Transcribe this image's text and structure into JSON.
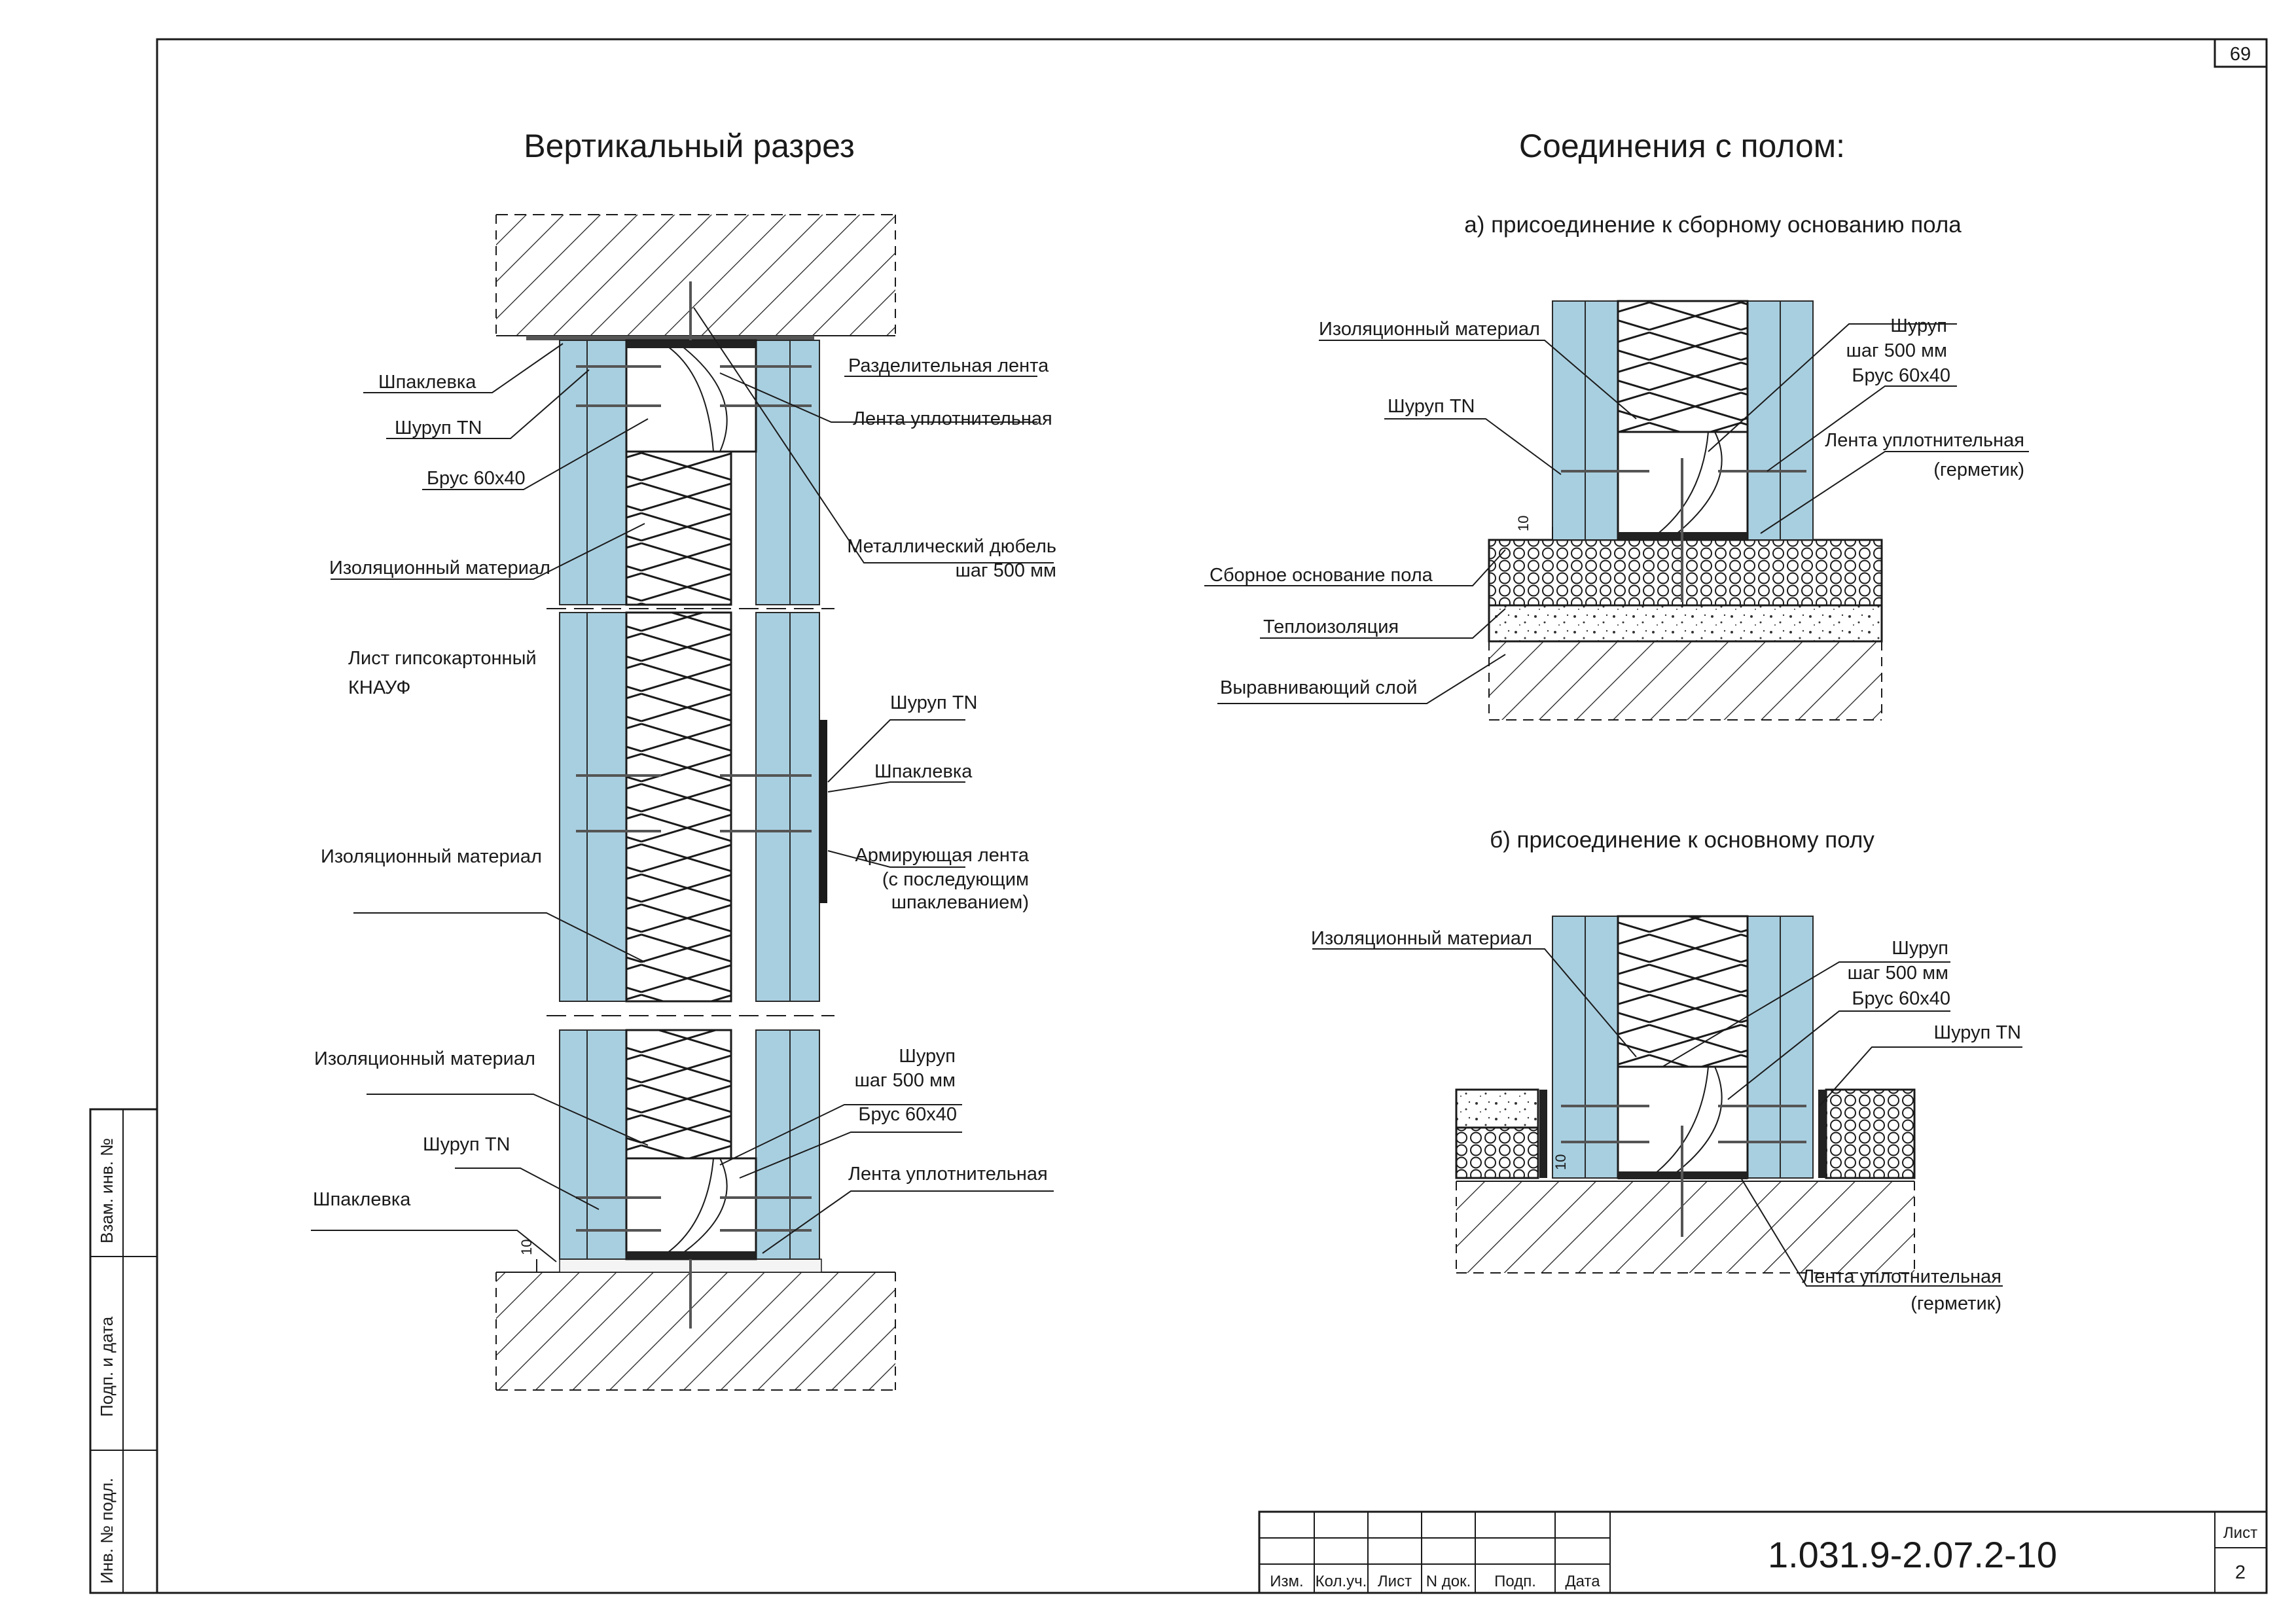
{
  "sheet": {
    "number_top": "69",
    "code": "1.031.9-2.07.2-10",
    "list_label": "Лист",
    "list_value": "2"
  },
  "titles": {
    "left": "Вертикальный разрез",
    "right": "Соединения с полом:",
    "a": "а) присоединение к сборному основанию пола",
    "b": "б) присоединение к основному полу"
  },
  "left_labels": {
    "shpaklevka_1": "Шпаклевка",
    "shurup_tn_1": "Шуруп TN",
    "brus_1": "Брус 60х40",
    "izol_1": "Изоляционный материал",
    "razd_lenta": "Разделительная лента",
    "lenta_upl_1": "Лента уплотнительная",
    "dubel_1": "Металлический дюбель",
    "dubel_2": "шаг 500 мм",
    "list_gkl_1": "Лист гипсокартонный",
    "list_gkl_2": "КНАУФ",
    "shurup_tn_2": "Шуруп TN",
    "shpaklevka_2": "Шпаклевка",
    "izol_2": "Изоляционный материал",
    "arm_1": "Армирующая лента",
    "arm_2": "(с последующим",
    "arm_3": "шпаклеванием)",
    "izol_3": "Изоляционный материал",
    "shurup_1": "Шуруп",
    "shurup_2": "шаг 500 мм",
    "brus_2": "Брус 60х40",
    "shurup_tn_3": "Шуруп TN",
    "lenta_upl_2": "Лента уплотнительная",
    "shpaklevka_3": "Шпаклевка",
    "dim_10": "10"
  },
  "a_labels": {
    "izol": "Изоляционный материал",
    "shurup_tn": "Шуруп TN",
    "shurup_1": "Шуруп",
    "shurup_2": "шаг 500 мм",
    "brus": "Брус 60х40",
    "lenta_1": "Лента уплотнительная",
    "lenta_2": "(герметик)",
    "osnov": "Сборное основание пола",
    "teplo": "Теплоизоляция",
    "vyr": "Выравнивающий слой",
    "dim_10": "10"
  },
  "b_labels": {
    "izol": "Изоляционный материал",
    "shurup_1": "Шуруп",
    "shurup_2": "шаг 500 мм",
    "brus": "Брус 60х40",
    "shurup_tn": "Шуруп TN",
    "lenta_1": "Лента уплотнительная",
    "lenta_2": "(герметик)",
    "dim_10": "10"
  },
  "stamp_cols": [
    "Изм.",
    "Кол.уч.",
    "Лист",
    "N док.",
    "Подп.",
    "Дата"
  ],
  "side_stamp": [
    "Взам. инв. №",
    "Подп. и дата",
    "Инв. № подл."
  ]
}
